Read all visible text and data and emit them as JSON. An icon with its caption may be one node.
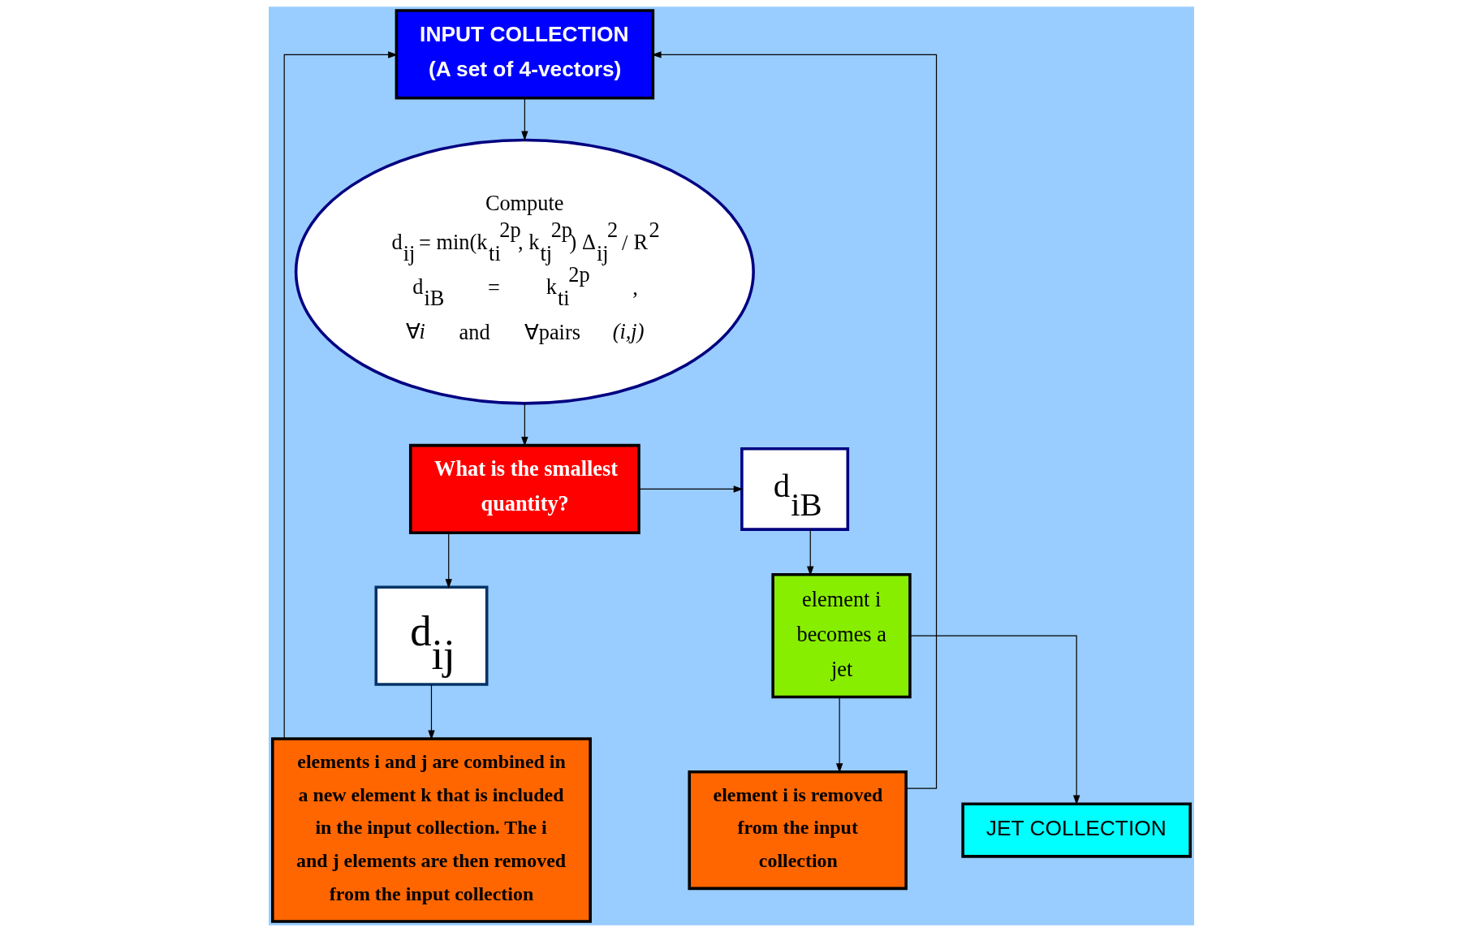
{
  "diagram": {
    "nodes": [
      {
        "text": [
          "INPUT COLLECTION",
          "(A set of 4-vectors)"
        ]
      },
      {
        "text": [
          "Compute",
          "d$_{ij}$ = min(k$_{ti}$$^{2p}$, k$_{tj}$$^{2p}$) Δ$_{ij}$$^{2}$ / R$^{2}$",
          "d$_{iB}$ = k$_{ti}$$^{2p}$ ,",
          "∀*i* and ∀pairs *(i,j)*"
        ]
      },
      {
        "text": [
          "What is the smallest quantity?"
        ]
      },
      {
        "text": [
          "d$_{iB}$"
        ]
      },
      {
        "text": [
          "element i becomes a jet"
        ]
      },
      {
        "text": [
          "JET COLLECTION"
        ]
      },
      {
        "text": [
          "element i is removed from the input collection"
        ]
      },
      {
        "text": [
          "d$_{ij}$"
        ]
      },
      {
        "text": [
          "elements i and j are combined in a new element k that is included in the input collection. The i and j elements are then removed from the input collection"
        ]
      }
    ],
    "edges": [
      {
        "from": 0,
        "to": 1,
        "arrow": "to"
      },
      {
        "from": 1,
        "to": 2,
        "arrow": "to"
      },
      {
        "from": 2,
        "to": 3,
        "arrow": "to"
      },
      {
        "from": 3,
        "to": 4,
        "arrow": "to"
      },
      {
        "from": 4,
        "to": 5,
        "arrow": "to"
      },
      {
        "from": 4,
        "to": 6,
        "arrow": "to"
      },
      {
        "from": 6,
        "to": 0,
        "arrow": "to"
      },
      {
        "from": 2,
        "to": 7,
        "arrow": "to"
      },
      {
        "from": 7,
        "to": 8,
        "arrow": "to"
      },
      {
        "from": 8,
        "to": 0,
        "arrow": "to"
      }
    ]
  }
}
